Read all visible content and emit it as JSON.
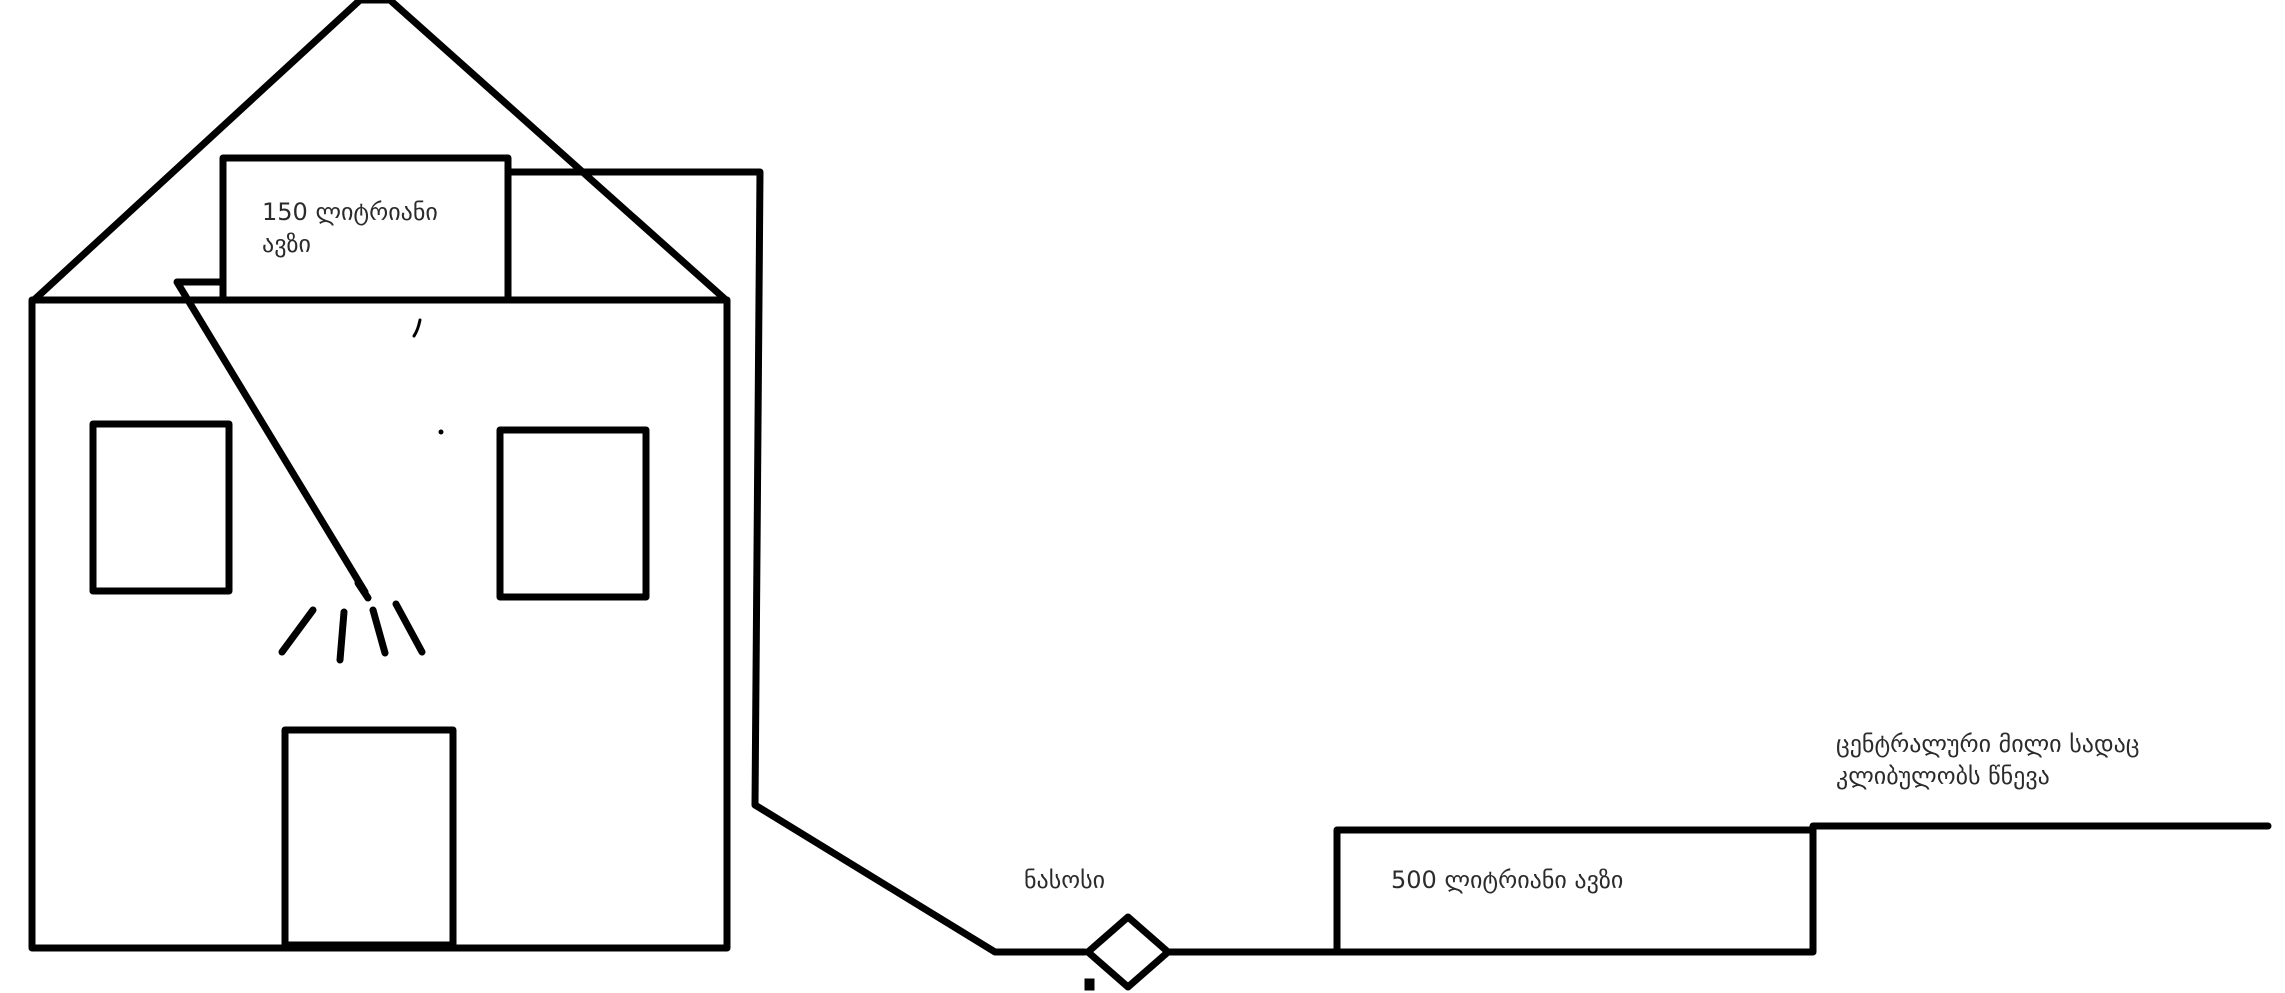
{
  "colors": {
    "stroke": "#000000",
    "text": "#2b2b2b",
    "background": "#ffffff"
  },
  "labels": {
    "small_tank": "150 ლიტრიანი\nავზი",
    "pump": "ნასოსი",
    "large_tank": "500 ლიტრიანი ავზი",
    "main_pipe": "ცენტრალური მილი სადაც\nკლიბულობს წნევა"
  },
  "icons": {
    "shower_head": "shower-head-icon",
    "valve": "valve-icon"
  }
}
